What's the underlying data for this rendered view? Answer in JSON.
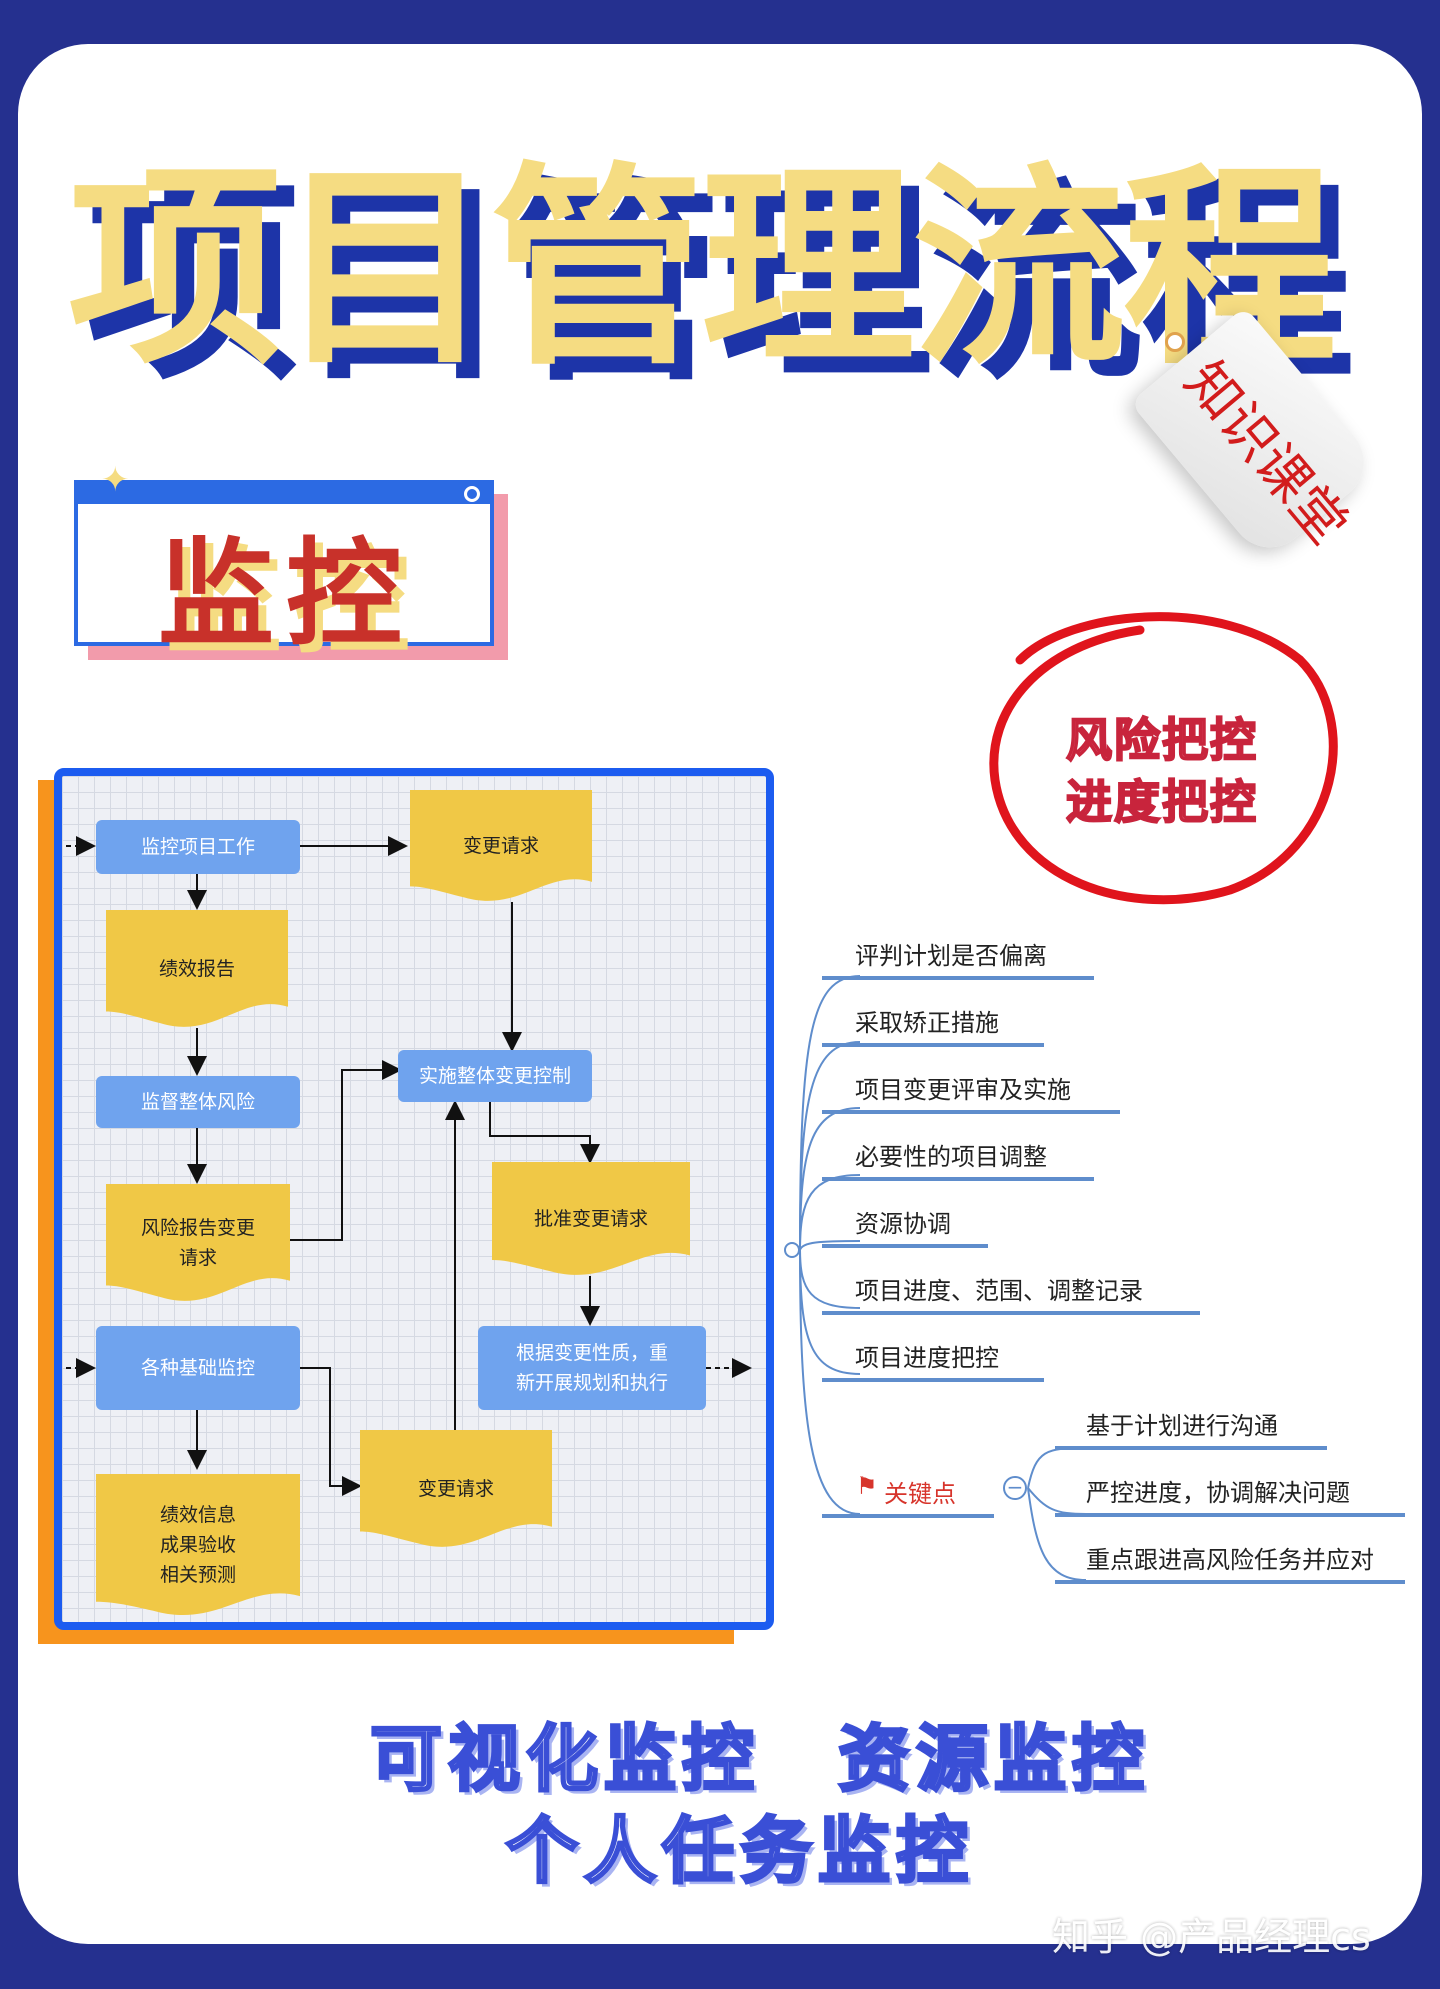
{
  "title": "项目管理流程",
  "tag": "知识课堂",
  "section": "监控",
  "circle": {
    "line1": "风险把控",
    "line2": "进度把控"
  },
  "flow": {
    "n1": "监控项目工作",
    "n2": "变更请求",
    "n3": "绩效报告",
    "n4": "监督整体风险",
    "n5": "实施整体变更控制",
    "n6a": "风险报告变更",
    "n6b": "请求",
    "n7": "批准变更请求",
    "n8": "各种基础监控",
    "n9a": "根据变更性质，重",
    "n9b": "新开展规划和执行",
    "n10": "变更请求",
    "n11a": "绩效信息",
    "n11b": "成果验收",
    "n11c": "相关预测"
  },
  "mindmap": {
    "items": [
      "评判计划是否偏离",
      "采取矫正措施",
      "项目变更评审及实施",
      "必要性的项目调整",
      "资源协调",
      "项目进度、范围、调整记录",
      "项目进度把控"
    ],
    "key_label": "关键点",
    "key_items": [
      "基于计划进行沟通",
      "严控进度，协调解决问题",
      "重点跟进高风险任务并应对"
    ]
  },
  "bottom": {
    "line1": "可视化监控　资源监控",
    "line2": "个人任务监控"
  },
  "watermark": "知乎 @产品经理cs",
  "colors": {
    "navy": "#25308f",
    "blue": "#1d34a8",
    "yellow": "#f5dc82",
    "red": "#c8312a",
    "node_blue": "#6fa3ee",
    "node_yellow": "#f0c846",
    "orange": "#f7941d"
  }
}
